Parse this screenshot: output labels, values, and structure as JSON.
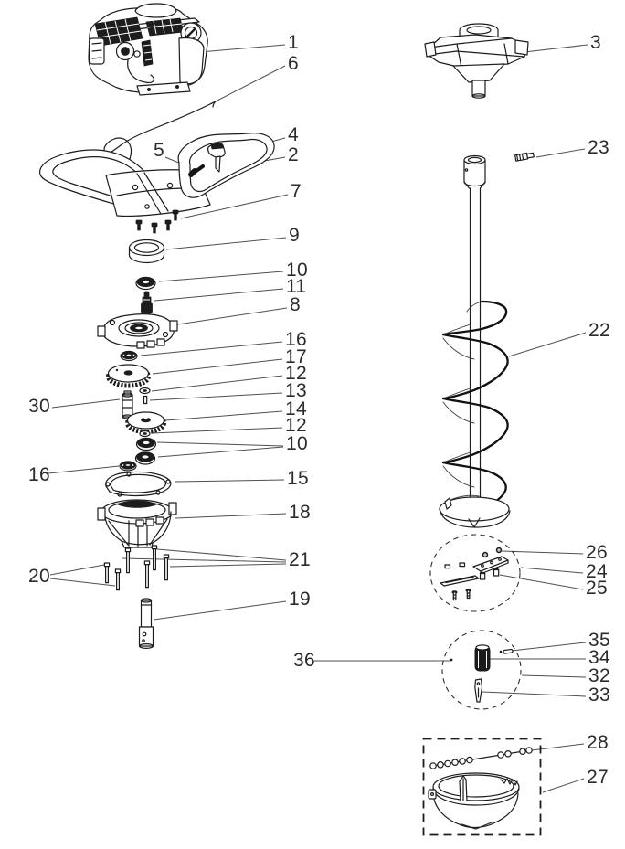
{
  "page": {
    "background_color": "#ffffff",
    "line_color": "#1c1c1c",
    "label_color": "#2b2b2b",
    "type": "exploded-parts-diagram"
  },
  "callouts": [
    {
      "num": "1",
      "part": "engine-assembly"
    },
    {
      "num": "6",
      "part": "throttle-cable"
    },
    {
      "num": "4",
      "part": "throttle-lever"
    },
    {
      "num": "2",
      "part": "handlebar-assembly"
    },
    {
      "num": "5",
      "part": "throttle-screw"
    },
    {
      "num": "7",
      "part": "mount-screws"
    },
    {
      "num": "9",
      "part": "spacer-ring"
    },
    {
      "num": "10",
      "part": "bearing-upper"
    },
    {
      "num": "11",
      "part": "grease-fitting"
    },
    {
      "num": "8",
      "part": "gearcase-cover"
    },
    {
      "num": "16",
      "part": "needle-bearing-upper"
    },
    {
      "num": "17",
      "part": "gear-large"
    },
    {
      "num": "12",
      "part": "washer-upper"
    },
    {
      "num": "13",
      "part": "key-pin"
    },
    {
      "num": "30",
      "part": "pinion-shaft"
    },
    {
      "num": "14",
      "part": "gear-small"
    },
    {
      "num": "12",
      "part": "washer-lower"
    },
    {
      "num": "10",
      "part": "bearing-pair"
    },
    {
      "num": "16",
      "part": "needle-bearing-lower"
    },
    {
      "num": "15",
      "part": "gasket"
    },
    {
      "num": "18",
      "part": "gearcase-housing"
    },
    {
      "num": "21",
      "part": "bolts-long"
    },
    {
      "num": "20",
      "part": "bolts-short"
    },
    {
      "num": "19",
      "part": "output-shaft"
    },
    {
      "num": "3",
      "part": "transmission-assembly"
    },
    {
      "num": "23",
      "part": "shear-bolt"
    },
    {
      "num": "22",
      "part": "auger-assembly"
    },
    {
      "num": "26",
      "part": "blade-screws"
    },
    {
      "num": "24",
      "part": "cutting-blade"
    },
    {
      "num": "25",
      "part": "blade-nuts"
    },
    {
      "num": "35",
      "part": "point-pin"
    },
    {
      "num": "34",
      "part": "centering-point"
    },
    {
      "num": "32",
      "part": "point-kit"
    },
    {
      "num": "33",
      "part": "point-blade"
    },
    {
      "num": "36",
      "part": "kit-rivet"
    },
    {
      "num": "28",
      "part": "retainer-chain"
    },
    {
      "num": "27",
      "part": "protective-boot"
    }
  ]
}
